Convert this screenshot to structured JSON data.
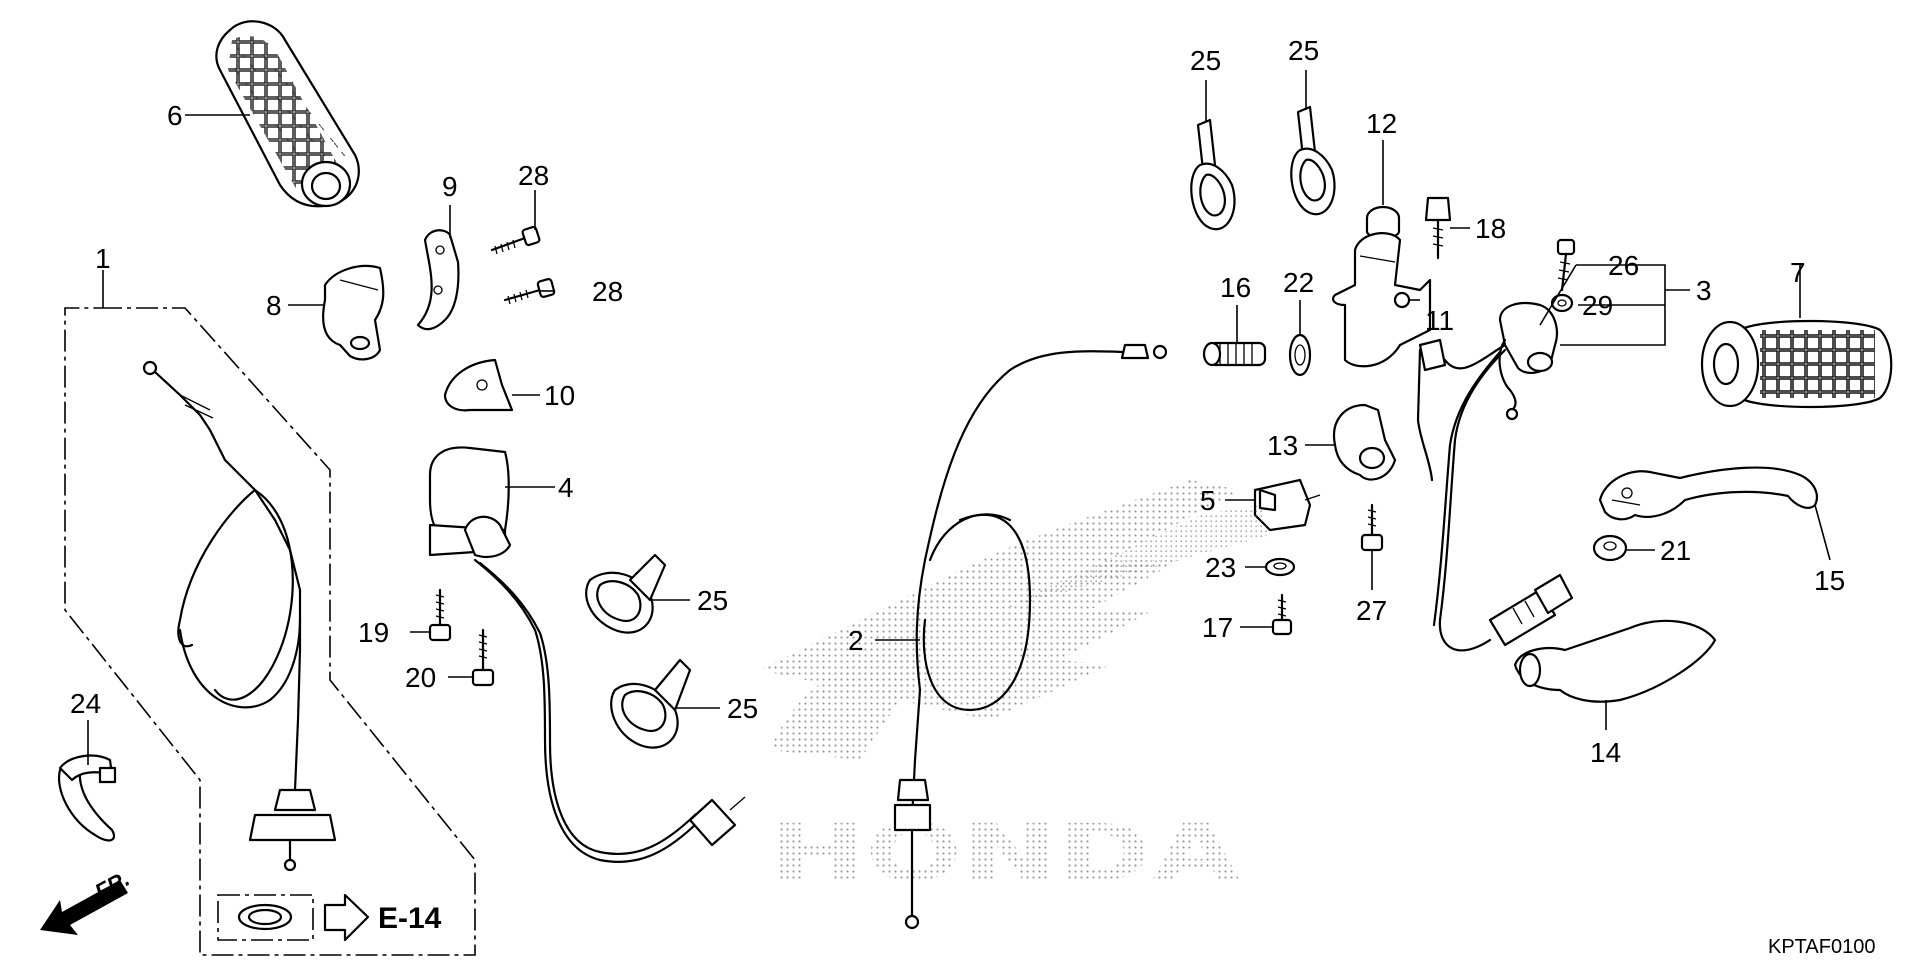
{
  "diagram_code": "KPTAF0100",
  "reference": {
    "label": "E-14"
  },
  "direction": {
    "label": "FR."
  },
  "watermark": {
    "text": "HONDA",
    "brand": "honda-wing-logo"
  },
  "callouts": {
    "p1": "1",
    "p2": "2",
    "p3": "3",
    "p4": "4",
    "p5": "5",
    "p6": "6",
    "p7": "7",
    "p8": "8",
    "p9": "9",
    "p10": "10",
    "p11": "11",
    "p12": "12",
    "p13": "13",
    "p14": "14",
    "p15": "15",
    "p16": "16",
    "p17": "17",
    "p18": "18",
    "p19": "19",
    "p20": "20",
    "p21": "21",
    "p22": "22",
    "p23": "23",
    "p24": "24",
    "p25a": "25",
    "p25b": "25",
    "p25c": "25",
    "p25d": "25",
    "p26": "26",
    "p27": "27",
    "p28a": "28",
    "p28b": "28",
    "p29": "29"
  },
  "colors": {
    "ink": "#000000",
    "paper": "#ffffff",
    "watermark": "#b0b0b0"
  }
}
